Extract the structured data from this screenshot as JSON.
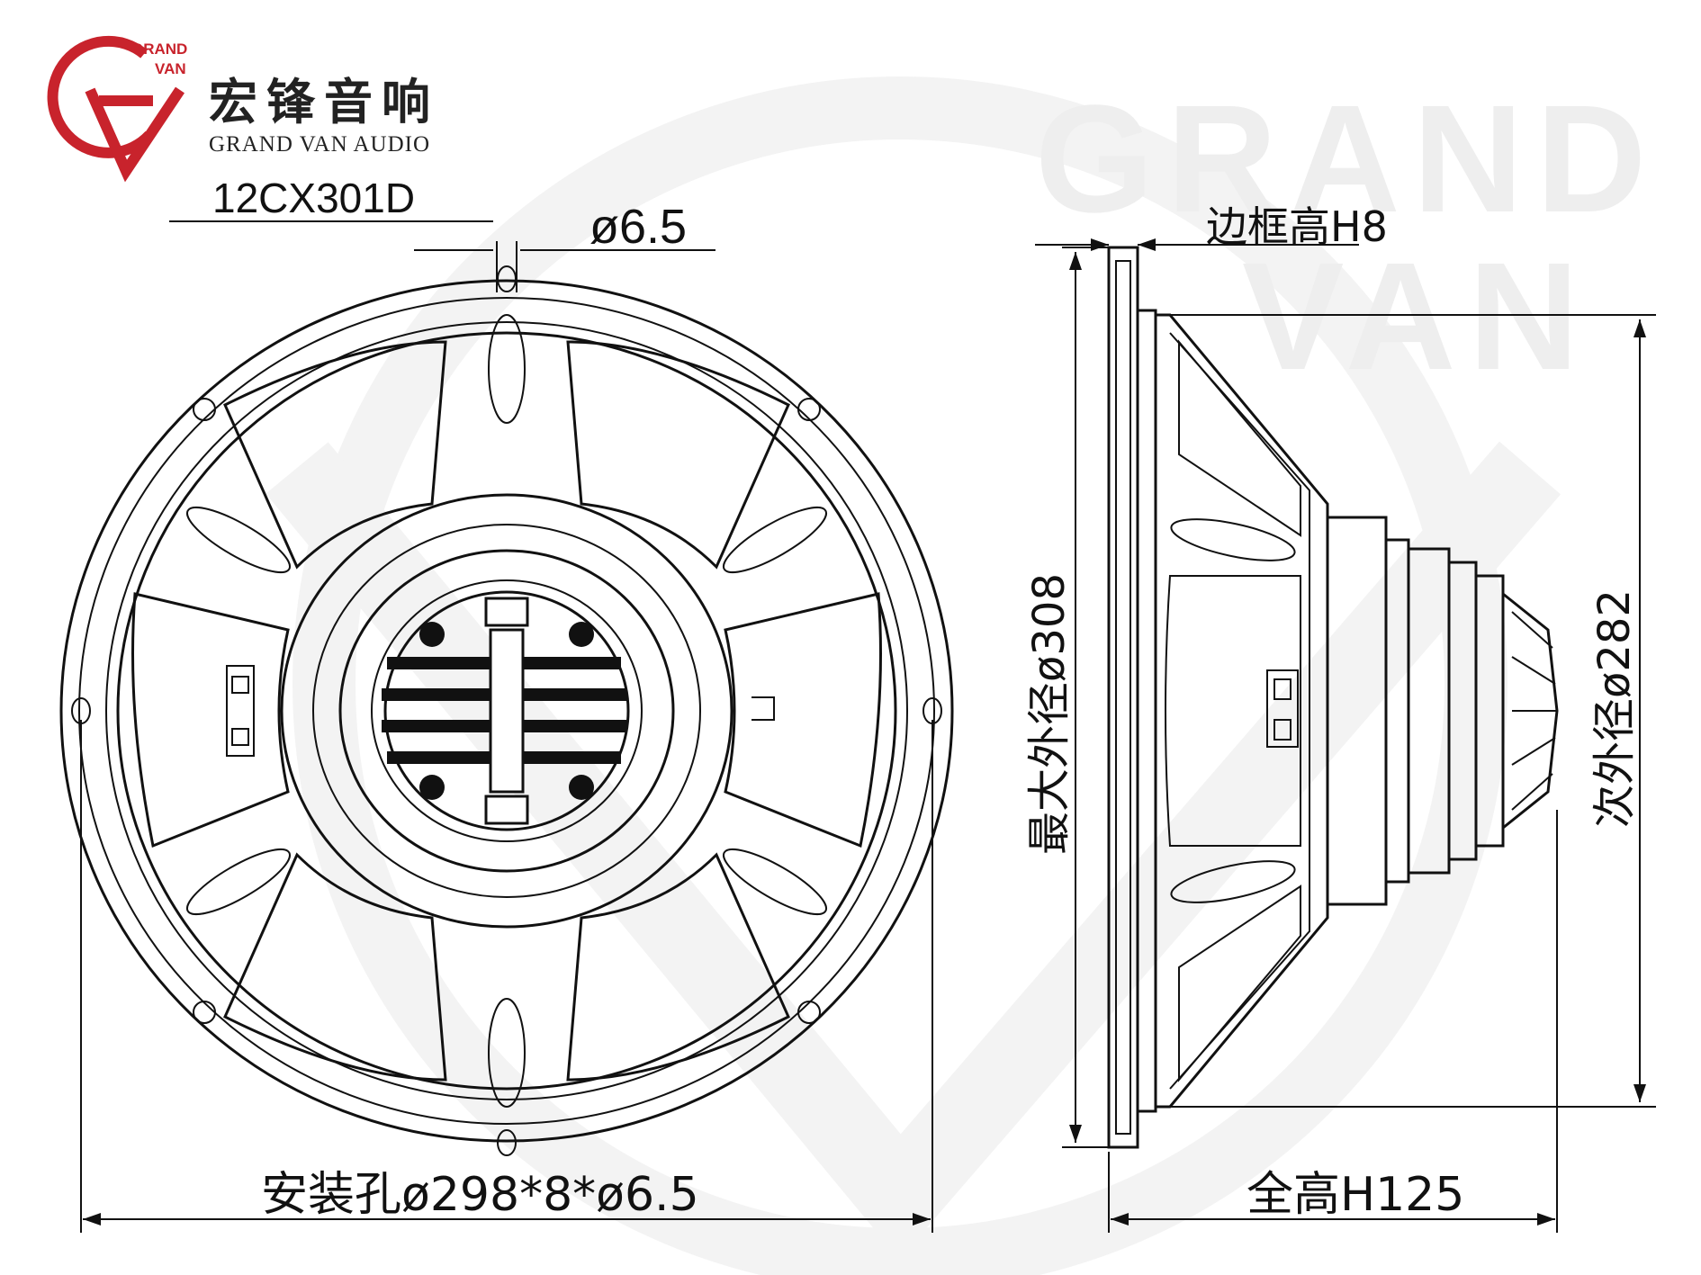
{
  "brand": {
    "logo_text_top": "GRAND",
    "logo_text_bottom": "VAN",
    "name_cn": "宏锋音响",
    "name_en": "GRAND VAN AUDIO",
    "logo_color": "#c8232c"
  },
  "model": "12CX301D",
  "watermark": {
    "line1": "GRAND",
    "line2": "VAN",
    "color": "#f1f1f1"
  },
  "dimensions": {
    "hole_diameter": "ø6.5",
    "frame_height": "边框高H8",
    "max_outer_diameter": "最大外径ø308",
    "secondary_outer_diameter": "次外径ø282",
    "mounting_holes": "安装孔ø298*8*ø6.5",
    "total_height": "全高H125"
  },
  "colors": {
    "line": "#111111",
    "background": "#ffffff"
  }
}
